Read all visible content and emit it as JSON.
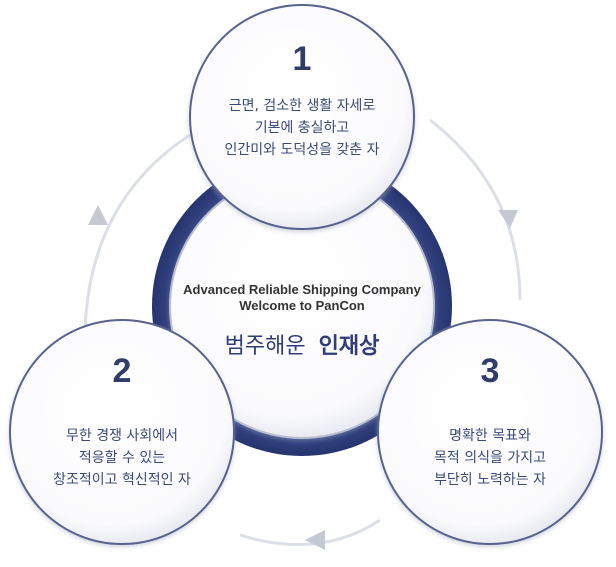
{
  "center": {
    "english_line1": "Advanced Reliable Shipping Company",
    "english_line2": "Welcome to PanCon",
    "title_part1": "범주해운",
    "title_part2": "인재상"
  },
  "nodes": [
    {
      "number": "1",
      "lines": [
        "근면, 검소한 생활 자세로",
        "기본에 충실하고",
        "인간미와 도덕성을 갖춘 자"
      ]
    },
    {
      "number": "2",
      "lines": [
        "무한 경쟁 사회에서",
        "적응할 수 있는",
        "창조적이고 혁신적인 자"
      ]
    },
    {
      "number": "3",
      "lines": [
        "명확한 목표와",
        "목적 의식을 가지고",
        "부단히 노력하는 자"
      ]
    }
  ],
  "colors": {
    "ring": "#3b4a8c",
    "ring_dark": "#26356f",
    "circle_stroke": "#59628e",
    "circle_fill": "#ffffff",
    "arrow": "#d4d7df"
  }
}
